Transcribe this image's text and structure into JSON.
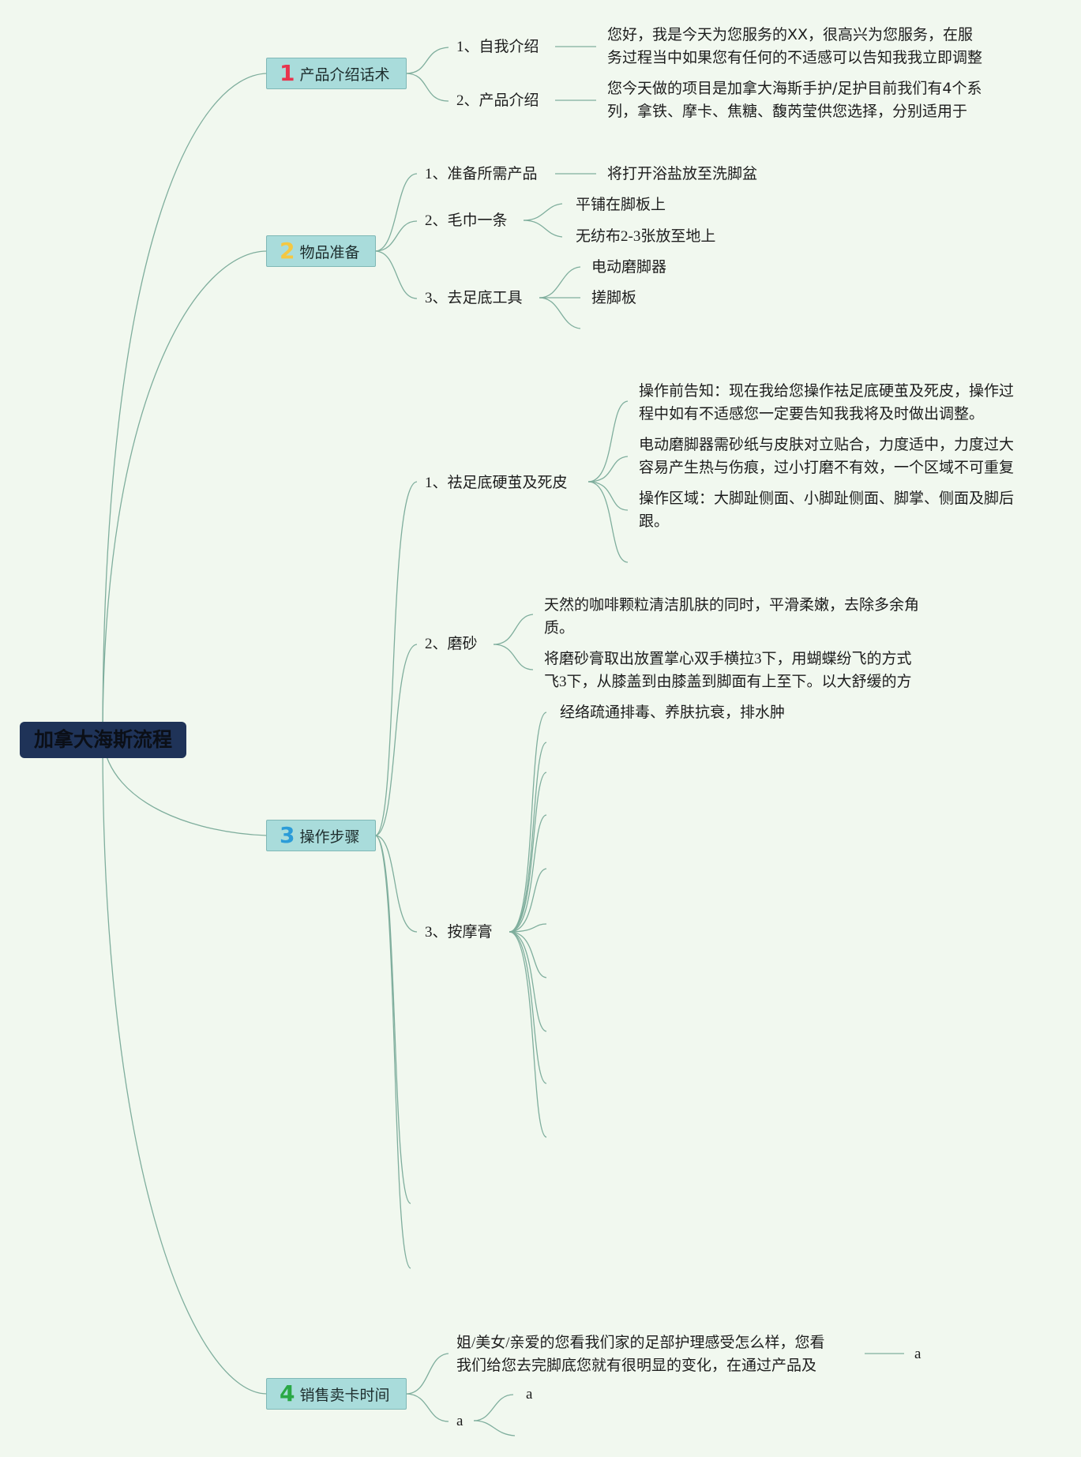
{
  "root": {
    "title": "加拿大海斯流程"
  },
  "colors": {
    "background": "#f1f8ef",
    "root_fill": "#1f3358",
    "topic_fill": "#a9dcdb",
    "edge": "#7fae9d",
    "num1": "#e8344e",
    "num2": "#f5c842",
    "num3": "#2b9cd8",
    "num4": "#2aa845"
  },
  "topics": [
    {
      "number": "1",
      "label": "产品介绍话术",
      "children": [
        {
          "label": "1、自我介绍",
          "note": [
            "您好，我是今天为您服务的XX，很高兴为您服务，在服",
            "务过程当中如果您有任何的不适感可以告知我我立即调整"
          ]
        },
        {
          "label": "2、产品介绍",
          "note": [
            "您今天做的项目是加拿大海斯手护/足护目前我们有4个系",
            "列，拿铁、摩卡、焦糖、馥芮莹供您选择，分别适用于"
          ]
        }
      ]
    },
    {
      "number": "2",
      "label": "物品准备",
      "children": [
        {
          "label": "1、准备所需产品",
          "note": [
            "将打开浴盐放至洗脚盆"
          ]
        },
        {
          "label": "2、毛巾一条",
          "items": [
            "平铺在脚板上",
            "无纺布2-3张放至地上"
          ]
        },
        {
          "label": "3、去足底工具",
          "items": [
            "电动磨脚器",
            "搓脚板"
          ]
        }
      ]
    },
    {
      "number": "3",
      "label": "操作步骤",
      "children": [
        {
          "label": "1、祛足底硬茧及死皮",
          "notes": [
            [
              "操作前告知：现在我给您操作祛足底硬茧及死皮，操作过",
              "程中如有不适感您一定要告知我我将及时做出调整。"
            ],
            [
              "电动磨脚器需砂纸与皮肤对立贴合，力度适中，力度过大",
              "容易产生热与伤痕，过小打磨不有效，一个区域不可重复"
            ],
            [
              "操作区域：大脚趾侧面、小脚趾侧面、脚掌、侧面及脚后",
              "跟。"
            ]
          ]
        },
        {
          "label": "2、磨砂",
          "notes": [
            [
              "天然的咖啡颗粒清洁肌肤的同时，平滑柔嫩，去除多余角",
              "质。"
            ],
            [
              "将磨砂膏取出放置掌心双手横拉3下，用蝴蝶纷飞的方式",
              "飞3下，从膝盖到由膝盖到脚面有上至下。以大舒缓的方"
            ]
          ]
        },
        {
          "label": "3、按摩膏",
          "notes": [
            [
              "经络疏通排毒、养肤抗衰，排水肿"
            ]
          ]
        }
      ]
    },
    {
      "number": "4",
      "label": "销售卖卡时间",
      "children": [
        {
          "label": [
            "姐/美女/亲爱的您看我们家的足部护理感受怎么样，您看",
            "我们给您去完脚底您就有很明显的变化，在通过产品及"
          ],
          "note": [
            "a"
          ]
        },
        {
          "label": "a",
          "items": [
            "a"
          ]
        }
      ]
    }
  ]
}
